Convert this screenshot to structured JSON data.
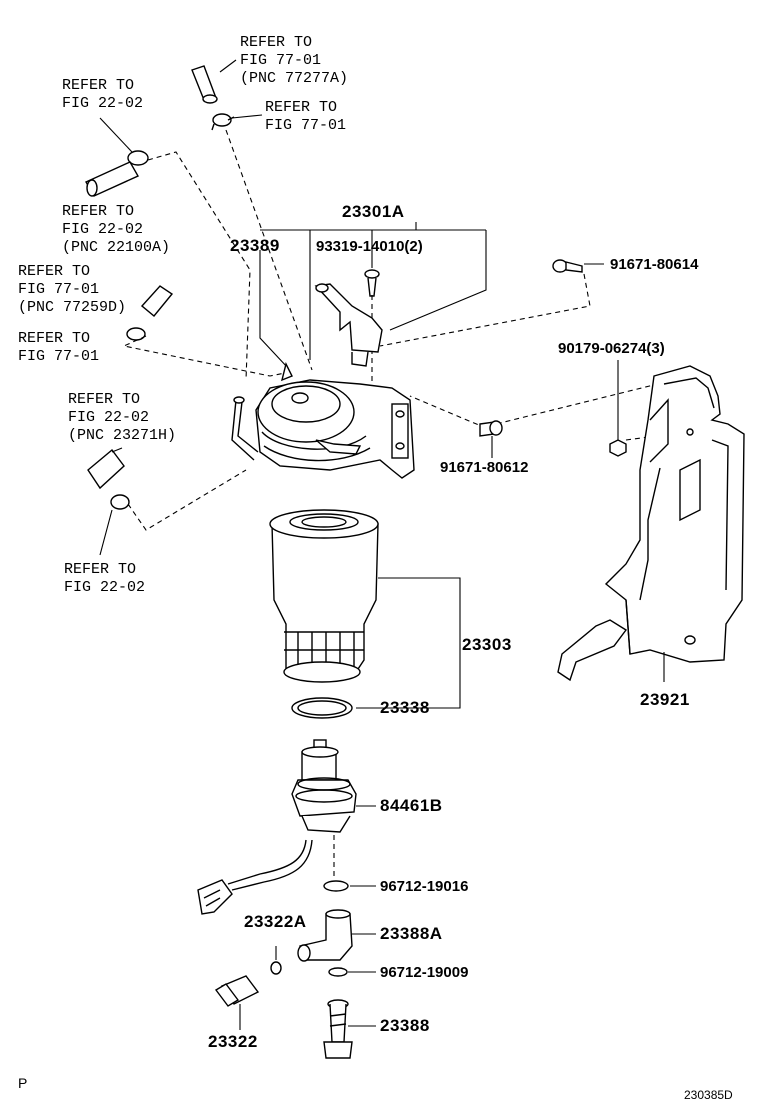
{
  "refs": {
    "r1": "REFER TO\nFIG 77-01\n(PNC 77277A)",
    "r2": "REFER TO\nFIG 77-01",
    "r3": "REFER TO\nFIG 22-02",
    "r4": "REFER TO\nFIG 22-02\n(PNC 22100A)",
    "r5": "REFER TO\nFIG 77-01\n(PNC 77259D)",
    "r6": "REFER TO\nFIG 77-01",
    "r7": "REFER TO\nFIG 22-02\n(PNC 23271H)",
    "r8": "REFER TO\nFIG 22-02"
  },
  "parts": {
    "p23301A": "23301A",
    "p23389": "23389",
    "p93319": "93319-14010(2)",
    "p91671_80614": "91671-80614",
    "p90179": "90179-06274(3)",
    "p91671_80612": "91671-80612",
    "p23303": "23303",
    "p23338": "23338",
    "p23921": "23921",
    "p84461B": "84461B",
    "p96712_19016": "96712-19016",
    "p23322A": "23322A",
    "p23388A": "23388A",
    "p96712_19009": "96712-19009",
    "p23388": "23388",
    "p23322": "23322"
  },
  "footer": {
    "left_mark": "P",
    "diagram_code": "230385D"
  }
}
